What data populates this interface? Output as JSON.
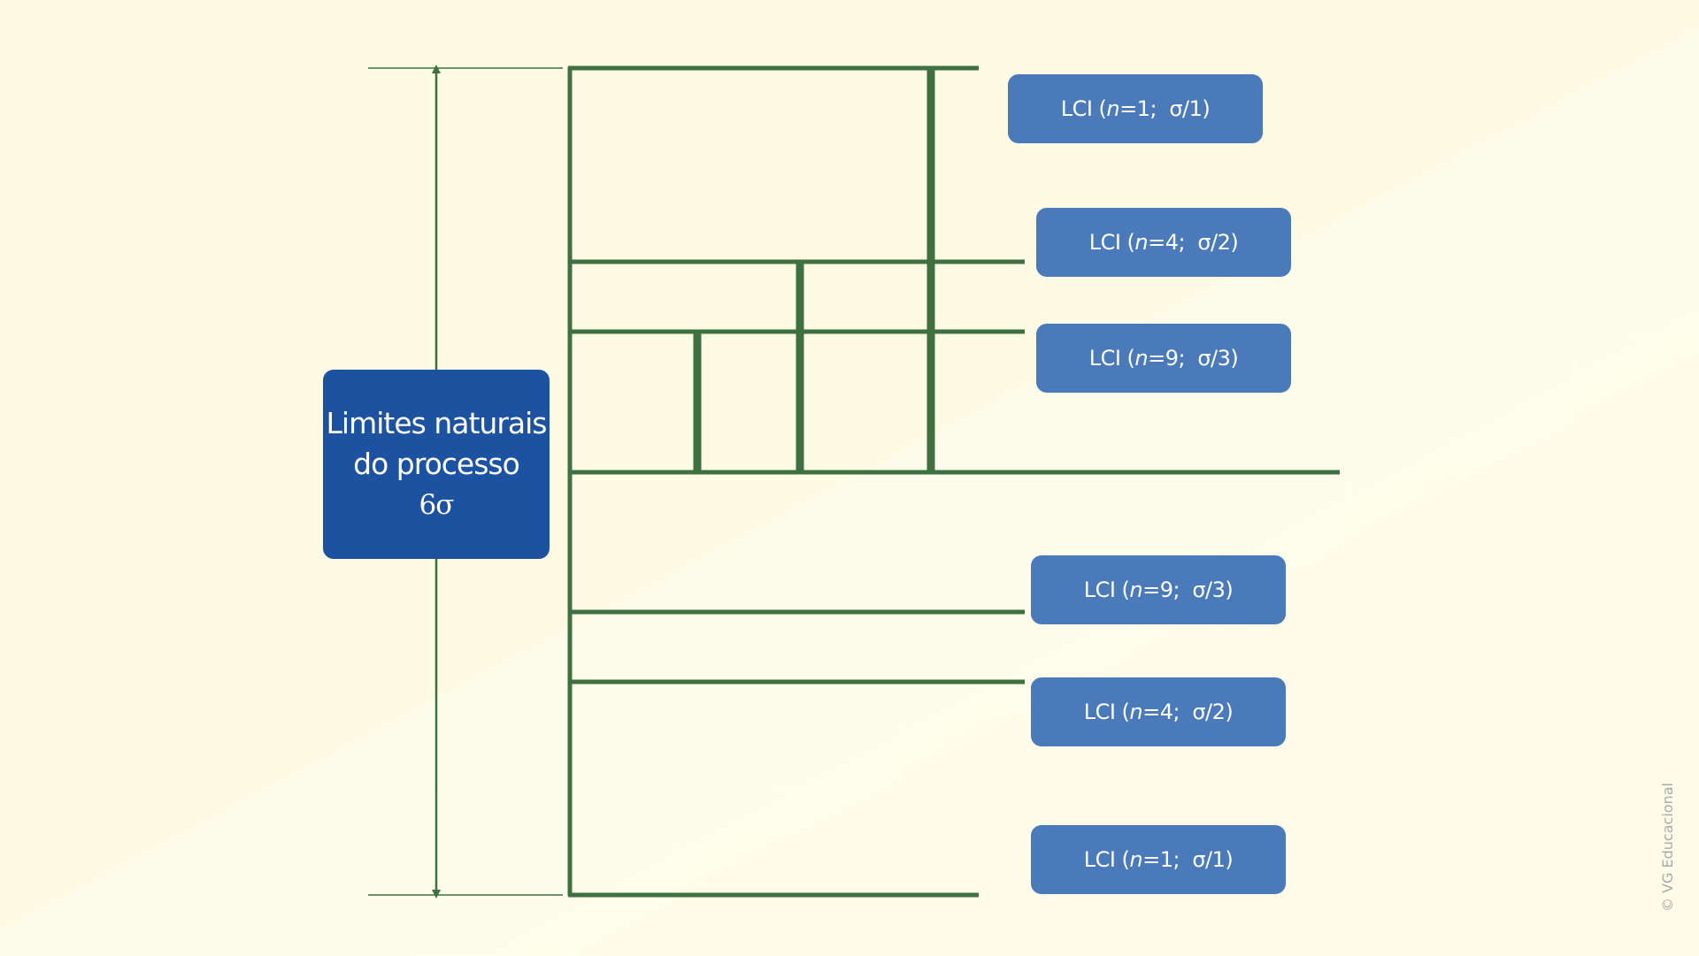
{
  "main_box": {
    "line1": "Limites naturais",
    "line2": "do processo",
    "line3": "6σ"
  },
  "limits": [
    {
      "prefix": "LCI (",
      "n": "n",
      "rest": "=1;  σ/1)"
    },
    {
      "prefix": "LCI (",
      "n": "n",
      "rest": "=4;  σ/2)"
    },
    {
      "prefix": "LCI (",
      "n": "n",
      "rest": "=9;  σ/3)"
    },
    {
      "prefix": "LCI (",
      "n": "n",
      "rest": "=9;  σ/3)"
    },
    {
      "prefix": "LCI (",
      "n": "n",
      "rest": "=4;  σ/2)"
    },
    {
      "prefix": "LCI (",
      "n": "n",
      "rest": "=1;  σ/1)"
    }
  ],
  "copyright": "© VG Educacional",
  "colors": {
    "line_green": "#3e7040",
    "main_box": "#1c52a0",
    "limit_box": "#4a7ab9",
    "background": "#fdfbe4"
  }
}
